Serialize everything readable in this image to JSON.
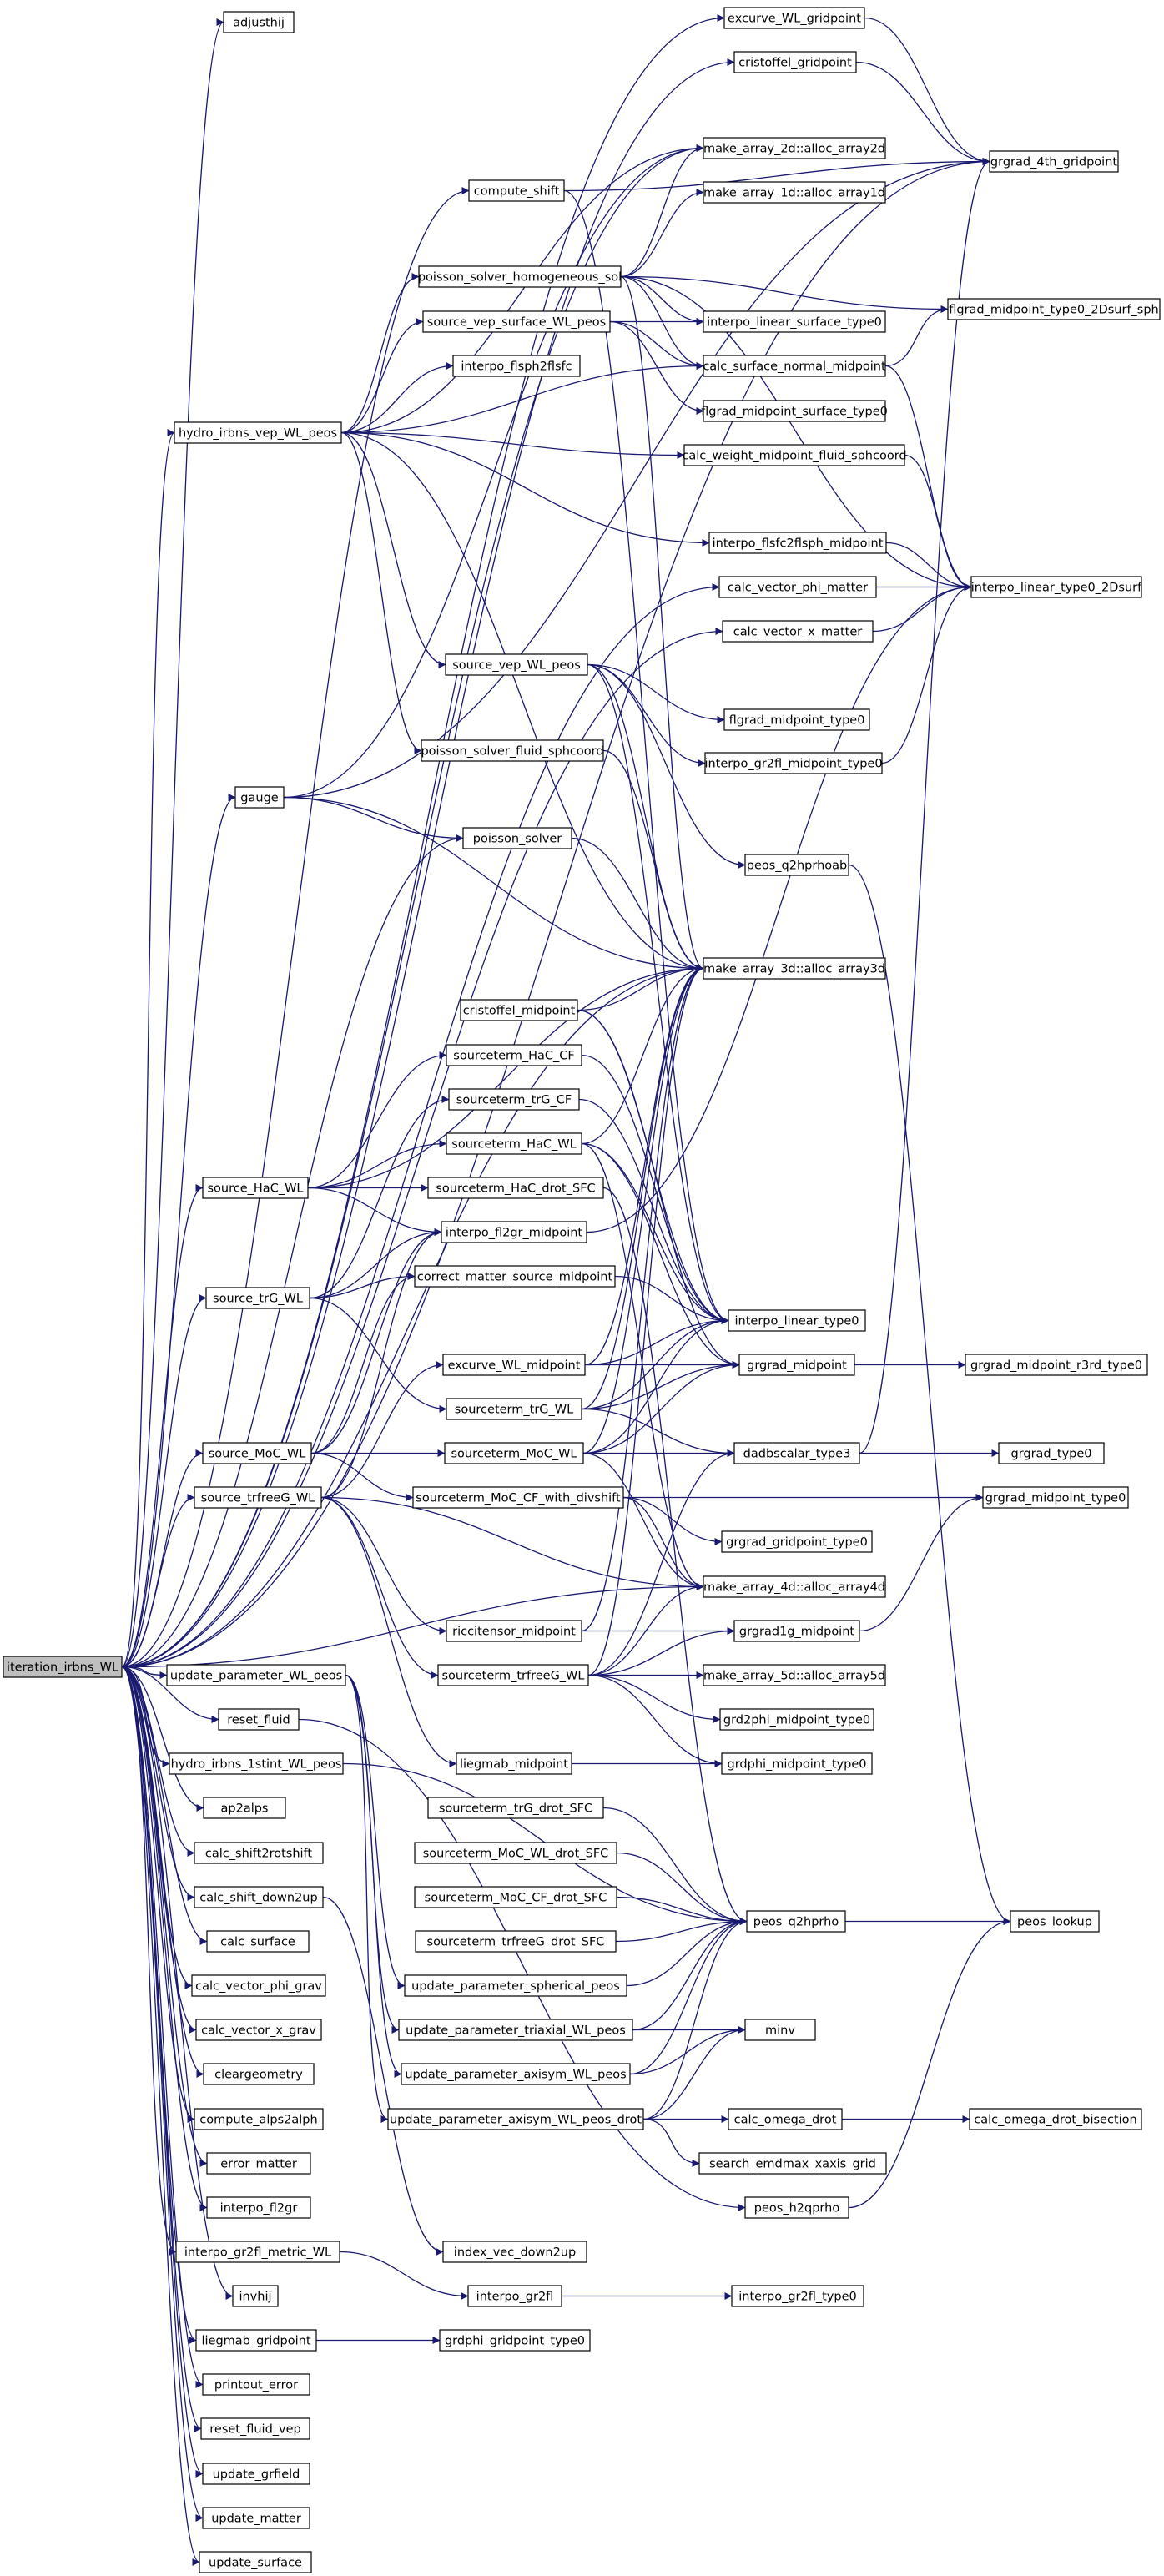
{
  "graph": {
    "root": "iteration_irbns_WL",
    "colors": {
      "edge": "#191970",
      "root_fill": "#bfbfbf",
      "node_fill": "#ffffff",
      "border": "#000000"
    },
    "nodes": [
      {
        "id": "iteration_irbns_WL"
      },
      {
        "id": "adjusthij"
      },
      {
        "id": "excurve_WL_gridpoint"
      },
      {
        "id": "cristoffel_gridpoint"
      },
      {
        "id": "grgrad_4th_gridpoint"
      },
      {
        "id": "compute_shift"
      },
      {
        "id": "make_array_2d::alloc_array2d"
      },
      {
        "id": "make_array_1d::alloc_array1d"
      },
      {
        "id": "poisson_solver_homogeneous_sol"
      },
      {
        "id": "flgrad_midpoint_type0_2Dsurf_sph"
      },
      {
        "id": "source_vep_surface_WL_peos"
      },
      {
        "id": "interpo_linear_surface_type0"
      },
      {
        "id": "calc_surface_normal_midpoint"
      },
      {
        "id": "interpo_flsph2flsfc"
      },
      {
        "id": "flgrad_midpoint_surface_type0"
      },
      {
        "id": "hydro_irbns_vep_WL_peos"
      },
      {
        "id": "calc_weight_midpoint_fluid_sphcoord"
      },
      {
        "id": "interpo_flsfc2flsph_midpoint"
      },
      {
        "id": "calc_vector_phi_matter"
      },
      {
        "id": "interpo_linear_type0_2Dsurf"
      },
      {
        "id": "calc_vector_x_matter"
      },
      {
        "id": "source_vep_WL_peos"
      },
      {
        "id": "flgrad_midpoint_type0"
      },
      {
        "id": "poisson_solver_fluid_sphcoord"
      },
      {
        "id": "interpo_gr2fl_midpoint_type0"
      },
      {
        "id": "gauge"
      },
      {
        "id": "poisson_solver"
      },
      {
        "id": "peos_q2hprhoab"
      },
      {
        "id": "make_array_3d::alloc_array3d"
      },
      {
        "id": "cristoffel_midpoint"
      },
      {
        "id": "sourceterm_HaC_CF"
      },
      {
        "id": "sourceterm_trG_CF"
      },
      {
        "id": "sourceterm_HaC_WL"
      },
      {
        "id": "source_HaC_WL"
      },
      {
        "id": "sourceterm_HaC_drot_SFC"
      },
      {
        "id": "interpo_fl2gr_midpoint"
      },
      {
        "id": "correct_matter_source_midpoint"
      },
      {
        "id": "source_trG_WL"
      },
      {
        "id": "interpo_linear_type0"
      },
      {
        "id": "excurve_WL_midpoint"
      },
      {
        "id": "grgrad_midpoint"
      },
      {
        "id": "grgrad_midpoint_r3rd_type0"
      },
      {
        "id": "sourceterm_trG_WL"
      },
      {
        "id": "source_MoC_WL"
      },
      {
        "id": "sourceterm_MoC_WL"
      },
      {
        "id": "dadbscalar_type3"
      },
      {
        "id": "grgrad_type0"
      },
      {
        "id": "source_trfreeG_WL"
      },
      {
        "id": "sourceterm_MoC_CF_with_divshift"
      },
      {
        "id": "grgrad_midpoint_type0"
      },
      {
        "id": "grgrad_gridpoint_type0"
      },
      {
        "id": "make_array_4d::alloc_array4d"
      },
      {
        "id": "riccitensor_midpoint"
      },
      {
        "id": "grgrad1g_midpoint"
      },
      {
        "id": "update_parameter_WL_peos"
      },
      {
        "id": "sourceterm_trfreeG_WL"
      },
      {
        "id": "make_array_5d::alloc_array5d"
      },
      {
        "id": "reset_fluid"
      },
      {
        "id": "grd2phi_midpoint_type0"
      },
      {
        "id": "hydro_irbns_1stint_WL_peos"
      },
      {
        "id": "liegmab_midpoint"
      },
      {
        "id": "grdphi_midpoint_type0"
      },
      {
        "id": "ap2alps"
      },
      {
        "id": "sourceterm_trG_drot_SFC"
      },
      {
        "id": "calc_shift2rotshift"
      },
      {
        "id": "sourceterm_MoC_WL_drot_SFC"
      },
      {
        "id": "calc_shift_down2up"
      },
      {
        "id": "sourceterm_MoC_CF_drot_SFC"
      },
      {
        "id": "peos_q2hprho"
      },
      {
        "id": "peos_lookup"
      },
      {
        "id": "calc_surface"
      },
      {
        "id": "sourceterm_trfreeG_drot_SFC"
      },
      {
        "id": "calc_vector_phi_grav"
      },
      {
        "id": "update_parameter_spherical_peos"
      },
      {
        "id": "calc_vector_x_grav"
      },
      {
        "id": "update_parameter_triaxial_WL_peos"
      },
      {
        "id": "minv"
      },
      {
        "id": "cleargeometry"
      },
      {
        "id": "update_parameter_axisym_WL_peos"
      },
      {
        "id": "compute_alps2alph"
      },
      {
        "id": "update_parameter_axisym_WL_peos_drot"
      },
      {
        "id": "calc_omega_drot"
      },
      {
        "id": "calc_omega_drot_bisection"
      },
      {
        "id": "error_matter"
      },
      {
        "id": "search_emdmax_xaxis_grid"
      },
      {
        "id": "interpo_fl2gr"
      },
      {
        "id": "peos_h2qprho"
      },
      {
        "id": "interpo_gr2fl_metric_WL"
      },
      {
        "id": "index_vec_down2up"
      },
      {
        "id": "invhij"
      },
      {
        "id": "interpo_gr2fl"
      },
      {
        "id": "interpo_gr2fl_type0"
      },
      {
        "id": "liegmab_gridpoint"
      },
      {
        "id": "grdphi_gridpoint_type0"
      },
      {
        "id": "printout_error"
      },
      {
        "id": "reset_fluid_vep"
      },
      {
        "id": "update_grfield"
      },
      {
        "id": "update_matter"
      },
      {
        "id": "update_surface"
      }
    ],
    "edges": [
      [
        "iteration_irbns_WL",
        "adjusthij"
      ],
      [
        "iteration_irbns_WL",
        "excurve_WL_gridpoint"
      ],
      [
        "iteration_irbns_WL",
        "cristoffel_gridpoint"
      ],
      [
        "iteration_irbns_WL",
        "grgrad_4th_gridpoint"
      ],
      [
        "iteration_irbns_WL",
        "compute_shift"
      ],
      [
        "iteration_irbns_WL",
        "make_array_2d::alloc_array2d"
      ],
      [
        "iteration_irbns_WL",
        "hydro_irbns_vep_WL_peos"
      ],
      [
        "iteration_irbns_WL",
        "calc_vector_phi_matter"
      ],
      [
        "iteration_irbns_WL",
        "calc_vector_x_matter"
      ],
      [
        "iteration_irbns_WL",
        "gauge"
      ],
      [
        "iteration_irbns_WL",
        "poisson_solver"
      ],
      [
        "iteration_irbns_WL",
        "make_array_3d::alloc_array3d"
      ],
      [
        "iteration_irbns_WL",
        "source_HaC_WL"
      ],
      [
        "iteration_irbns_WL",
        "source_trG_WL"
      ],
      [
        "iteration_irbns_WL",
        "source_MoC_WL"
      ],
      [
        "iteration_irbns_WL",
        "source_trfreeG_WL"
      ],
      [
        "iteration_irbns_WL",
        "make_array_4d::alloc_array4d"
      ],
      [
        "iteration_irbns_WL",
        "update_parameter_WL_peos"
      ],
      [
        "iteration_irbns_WL",
        "reset_fluid"
      ],
      [
        "iteration_irbns_WL",
        "hydro_irbns_1stint_WL_peos"
      ],
      [
        "iteration_irbns_WL",
        "ap2alps"
      ],
      [
        "iteration_irbns_WL",
        "calc_shift2rotshift"
      ],
      [
        "iteration_irbns_WL",
        "calc_shift_down2up"
      ],
      [
        "iteration_irbns_WL",
        "calc_surface"
      ],
      [
        "iteration_irbns_WL",
        "calc_vector_phi_grav"
      ],
      [
        "iteration_irbns_WL",
        "calc_vector_x_grav"
      ],
      [
        "iteration_irbns_WL",
        "cleargeometry"
      ],
      [
        "iteration_irbns_WL",
        "compute_alps2alph"
      ],
      [
        "iteration_irbns_WL",
        "error_matter"
      ],
      [
        "iteration_irbns_WL",
        "interpo_fl2gr"
      ],
      [
        "iteration_irbns_WL",
        "interpo_gr2fl_metric_WL"
      ],
      [
        "iteration_irbns_WL",
        "invhij"
      ],
      [
        "iteration_irbns_WL",
        "liegmab_gridpoint"
      ],
      [
        "iteration_irbns_WL",
        "printout_error"
      ],
      [
        "iteration_irbns_WL",
        "reset_fluid_vep"
      ],
      [
        "iteration_irbns_WL",
        "update_grfield"
      ],
      [
        "iteration_irbns_WL",
        "update_matter"
      ],
      [
        "iteration_irbns_WL",
        "update_surface"
      ],
      [
        "excurve_WL_gridpoint",
        "grgrad_4th_gridpoint"
      ],
      [
        "cristoffel_gridpoint",
        "grgrad_4th_gridpoint"
      ],
      [
        "compute_shift",
        "grgrad_4th_gridpoint"
      ],
      [
        "compute_shift",
        "interpo_linear_type0"
      ],
      [
        "hydro_irbns_vep_WL_peos",
        "poisson_solver_homogeneous_sol"
      ],
      [
        "hydro_irbns_vep_WL_peos",
        "source_vep_surface_WL_peos"
      ],
      [
        "hydro_irbns_vep_WL_peos",
        "interpo_flsph2flsfc"
      ],
      [
        "hydro_irbns_vep_WL_peos",
        "make_array_2d::alloc_array2d"
      ],
      [
        "hydro_irbns_vep_WL_peos",
        "calc_weight_midpoint_fluid_sphcoord"
      ],
      [
        "hydro_irbns_vep_WL_peos",
        "interpo_flsfc2flsph_midpoint"
      ],
      [
        "hydro_irbns_vep_WL_peos",
        "source_vep_WL_peos"
      ],
      [
        "hydro_irbns_vep_WL_peos",
        "poisson_solver_fluid_sphcoord"
      ],
      [
        "hydro_irbns_vep_WL_peos",
        "make_array_3d::alloc_array3d"
      ],
      [
        "hydro_irbns_vep_WL_peos",
        "calc_surface_normal_midpoint"
      ],
      [
        "poisson_solver_homogeneous_sol",
        "make_array_2d::alloc_array2d"
      ],
      [
        "poisson_solver_homogeneous_sol",
        "make_array_1d::alloc_array1d"
      ],
      [
        "poisson_solver_homogeneous_sol",
        "flgrad_midpoint_type0_2Dsurf_sph"
      ],
      [
        "poisson_solver_homogeneous_sol",
        "interpo_linear_surface_type0"
      ],
      [
        "poisson_solver_homogeneous_sol",
        "calc_surface_normal_midpoint"
      ],
      [
        "poisson_solver_homogeneous_sol",
        "interpo_linear_type0_2Dsurf"
      ],
      [
        "poisson_solver_homogeneous_sol",
        "make_array_3d::alloc_array3d"
      ],
      [
        "source_vep_surface_WL_peos",
        "interpo_linear_surface_type0"
      ],
      [
        "source_vep_surface_WL_peos",
        "calc_surface_normal_midpoint"
      ],
      [
        "source_vep_surface_WL_peos",
        "flgrad_midpoint_surface_type0"
      ],
      [
        "calc_surface_normal_midpoint",
        "flgrad_midpoint_type0_2Dsurf_sph"
      ],
      [
        "calc_surface_normal_midpoint",
        "interpo_linear_type0_2Dsurf"
      ],
      [
        "calc_weight_midpoint_fluid_sphcoord",
        "interpo_linear_type0_2Dsurf"
      ],
      [
        "interpo_flsfc2flsph_midpoint",
        "interpo_linear_type0_2Dsurf"
      ],
      [
        "calc_vector_phi_matter",
        "interpo_linear_type0_2Dsurf"
      ],
      [
        "calc_vector_x_matter",
        "interpo_linear_type0_2Dsurf"
      ],
      [
        "source_vep_WL_peos",
        "flgrad_midpoint_type0"
      ],
      [
        "source_vep_WL_peos",
        "interpo_gr2fl_midpoint_type0"
      ],
      [
        "source_vep_WL_peos",
        "peos_q2hprhoab"
      ],
      [
        "source_vep_WL_peos",
        "make_array_3d::alloc_array3d"
      ],
      [
        "source_vep_WL_peos",
        "interpo_linear_type0"
      ],
      [
        "interpo_gr2fl_midpoint_type0",
        "interpo_linear_type0_2Dsurf"
      ],
      [
        "poisson_solver_fluid_sphcoord",
        "make_array_3d::alloc_array3d"
      ],
      [
        "gauge",
        "poisson_solver"
      ],
      [
        "gauge",
        "make_array_3d::alloc_array3d"
      ],
      [
        "gauge",
        "grgrad_4th_gridpoint"
      ],
      [
        "gauge",
        "make_array_2d::alloc_array2d"
      ],
      [
        "poisson_solver",
        "make_array_3d::alloc_array3d"
      ],
      [
        "peos_q2hprhoab",
        "peos_lookup"
      ],
      [
        "cristoffel_midpoint",
        "make_array_3d::alloc_array3d"
      ],
      [
        "cristoffel_midpoint",
        "interpo_linear_type0"
      ],
      [
        "cristoffel_midpoint",
        "grgrad_midpoint"
      ],
      [
        "sourceterm_HaC_CF",
        "interpo_linear_type0"
      ],
      [
        "sourceterm_trG_CF",
        "interpo_linear_type0"
      ],
      [
        "sourceterm_HaC_WL",
        "make_array_3d::alloc_array3d"
      ],
      [
        "sourceterm_HaC_WL",
        "interpo_linear_type0"
      ],
      [
        "sourceterm_HaC_WL",
        "grgrad_midpoint"
      ],
      [
        "sourceterm_HaC_WL",
        "make_array_4d::alloc_array4d"
      ],
      [
        "source_HaC_WL",
        "sourceterm_HaC_CF"
      ],
      [
        "source_HaC_WL",
        "sourceterm_HaC_WL"
      ],
      [
        "source_HaC_WL",
        "sourceterm_HaC_drot_SFC"
      ],
      [
        "source_HaC_WL",
        "interpo_fl2gr_midpoint"
      ],
      [
        "source_HaC_WL",
        "make_array_3d::alloc_array3d"
      ],
      [
        "sourceterm_HaC_drot_SFC",
        "peos_q2hprho"
      ],
      [
        "interpo_fl2gr_midpoint",
        "interpo_linear_type0_2Dsurf"
      ],
      [
        "correct_matter_source_midpoint",
        "interpo_linear_type0"
      ],
      [
        "source_trG_WL",
        "sourceterm_trG_CF"
      ],
      [
        "source_trG_WL",
        "interpo_fl2gr_midpoint"
      ],
      [
        "source_trG_WL",
        "correct_matter_source_midpoint"
      ],
      [
        "source_trG_WL",
        "sourceterm_trG_WL"
      ],
      [
        "excurve_WL_midpoint",
        "interpo_linear_type0"
      ],
      [
        "excurve_WL_midpoint",
        "grgrad_midpoint"
      ],
      [
        "excurve_WL_midpoint",
        "make_array_3d::alloc_array3d"
      ],
      [
        "grgrad_midpoint",
        "grgrad_midpoint_r3rd_type0"
      ],
      [
        "sourceterm_trG_WL",
        "interpo_linear_type0"
      ],
      [
        "sourceterm_trG_WL",
        "grgrad_midpoint"
      ],
      [
        "sourceterm_trG_WL",
        "dadbscalar_type3"
      ],
      [
        "sourceterm_trG_WL",
        "make_array_3d::alloc_array3d"
      ],
      [
        "source_MoC_WL",
        "sourceterm_MoC_WL"
      ],
      [
        "source_MoC_WL",
        "sourceterm_MoC_CF_with_divshift"
      ],
      [
        "source_MoC_WL",
        "interpo_fl2gr_midpoint"
      ],
      [
        "source_MoC_WL",
        "correct_matter_source_midpoint"
      ],
      [
        "sourceterm_MoC_WL",
        "interpo_linear_type0"
      ],
      [
        "sourceterm_MoC_WL",
        "grgrad_midpoint"
      ],
      [
        "sourceterm_MoC_WL",
        "dadbscalar_type3"
      ],
      [
        "sourceterm_MoC_WL",
        "make_array_3d::alloc_array3d"
      ],
      [
        "sourceterm_MoC_WL",
        "make_array_4d::alloc_array4d"
      ],
      [
        "dadbscalar_type3",
        "grgrad_type0"
      ],
      [
        "dadbscalar_type3",
        "grgrad_4th_gridpoint"
      ],
      [
        "source_trfreeG_WL",
        "excurve_WL_midpoint"
      ],
      [
        "source_trfreeG_WL",
        "riccitensor_midpoint"
      ],
      [
        "source_trfreeG_WL",
        "sourceterm_trfreeG_WL"
      ],
      [
        "source_trfreeG_WL",
        "liegmab_midpoint"
      ],
      [
        "source_trfreeG_WL",
        "interpo_fl2gr_midpoint"
      ],
      [
        "source_trfreeG_WL",
        "make_array_4d::alloc_array4d"
      ],
      [
        "sourceterm_MoC_CF_with_divshift",
        "grgrad_midpoint_type0"
      ],
      [
        "sourceterm_MoC_CF_with_divshift",
        "grgrad_gridpoint_type0"
      ],
      [
        "sourceterm_MoC_CF_with_divshift",
        "make_array_4d::alloc_array4d"
      ],
      [
        "riccitensor_midpoint",
        "grgrad1g_midpoint"
      ],
      [
        "riccitensor_midpoint",
        "make_array_3d::alloc_array3d"
      ],
      [
        "grgrad1g_midpoint",
        "grgrad_midpoint_type0"
      ],
      [
        "sourceterm_trfreeG_WL",
        "make_array_5d::alloc_array5d"
      ],
      [
        "sourceterm_trfreeG_WL",
        "grd2phi_midpoint_type0"
      ],
      [
        "sourceterm_trfreeG_WL",
        "grdphi_midpoint_type0"
      ],
      [
        "sourceterm_trfreeG_WL",
        "make_array_4d::alloc_array4d"
      ],
      [
        "sourceterm_trfreeG_WL",
        "grgrad1g_midpoint"
      ],
      [
        "sourceterm_trfreeG_WL",
        "dadbscalar_type3"
      ],
      [
        "sourceterm_trfreeG_WL",
        "make_array_3d::alloc_array3d"
      ],
      [
        "liegmab_midpoint",
        "grdphi_midpoint_type0"
      ],
      [
        "update_parameter_WL_peos",
        "update_parameter_spherical_peos"
      ],
      [
        "update_parameter_WL_peos",
        "update_parameter_triaxial_WL_peos"
      ],
      [
        "update_parameter_WL_peos",
        "update_parameter_axisym_WL_peos"
      ],
      [
        "update_parameter_WL_peos",
        "update_parameter_axisym_WL_peos_drot"
      ],
      [
        "sourceterm_trG_drot_SFC",
        "peos_q2hprho"
      ],
      [
        "sourceterm_MoC_WL_drot_SFC",
        "peos_q2hprho"
      ],
      [
        "sourceterm_MoC_CF_drot_SFC",
        "peos_q2hprho"
      ],
      [
        "sourceterm_trfreeG_drot_SFC",
        "peos_q2hprho"
      ],
      [
        "peos_q2hprho",
        "peos_lookup"
      ],
      [
        "update_parameter_spherical_peos",
        "peos_q2hprho"
      ],
      [
        "update_parameter_triaxial_WL_peos",
        "peos_q2hprho"
      ],
      [
        "update_parameter_triaxial_WL_peos",
        "minv"
      ],
      [
        "update_parameter_axisym_WL_peos",
        "peos_q2hprho"
      ],
      [
        "update_parameter_axisym_WL_peos",
        "minv"
      ],
      [
        "update_parameter_axisym_WL_peos_drot",
        "calc_omega_drot"
      ],
      [
        "update_parameter_axisym_WL_peos_drot",
        "search_emdmax_xaxis_grid"
      ],
      [
        "update_parameter_axisym_WL_peos_drot",
        "minv"
      ],
      [
        "update_parameter_axisym_WL_peos_drot",
        "peos_q2hprho"
      ],
      [
        "calc_omega_drot",
        "calc_omega_drot_bisection"
      ],
      [
        "peos_h2qprho",
        "peos_lookup"
      ],
      [
        "interpo_gr2fl_metric_WL",
        "interpo_gr2fl"
      ],
      [
        "interpo_gr2fl",
        "interpo_gr2fl_type0"
      ],
      [
        "liegmab_gridpoint",
        "grdphi_gridpoint_type0"
      ],
      [
        "reset_fluid",
        "peos_h2qprho"
      ],
      [
        "hydro_irbns_1stint_WL_peos",
        "peos_q2hprho"
      ],
      [
        "calc_shift_down2up",
        "index_vec_down2up"
      ]
    ]
  }
}
